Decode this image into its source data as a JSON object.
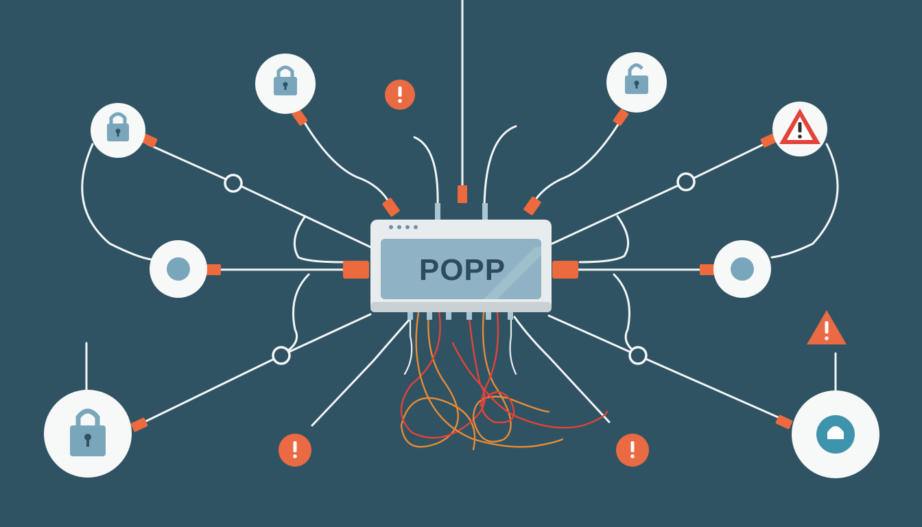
{
  "hub": {
    "label": "POPP"
  },
  "palette": {
    "background": "#2f5363",
    "wire": "#f4f6f7",
    "accent": "#ec6a3d",
    "warning": "#e2433a",
    "lock": "#7aa6bb"
  },
  "nodes": [
    {
      "icon": "padlock-icon",
      "state": "locked"
    },
    {
      "icon": "padlock-icon",
      "state": "locked"
    },
    {
      "icon": "padlock-icon",
      "state": "unlocked"
    },
    {
      "icon": "warning-triangle-icon",
      "state": "alert"
    },
    {
      "icon": "dot-icon",
      "state": "neutral"
    },
    {
      "icon": "dot-icon",
      "state": "neutral"
    },
    {
      "icon": "padlock-icon",
      "state": "locked"
    },
    {
      "icon": "half-dome-icon",
      "state": "neutral"
    }
  ],
  "alerts": [
    {
      "icon": "exclamation-icon"
    },
    {
      "icon": "exclamation-icon"
    },
    {
      "icon": "exclamation-icon"
    },
    {
      "icon": "warning-triangle-icon"
    }
  ]
}
